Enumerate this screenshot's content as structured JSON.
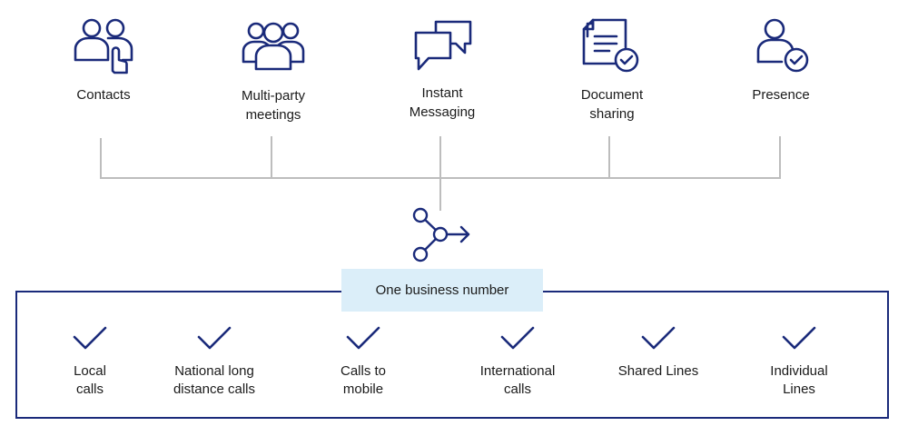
{
  "colors": {
    "navy": "#1a2a7a",
    "connector": "#bdbdbd",
    "highlight": "#dbeef9"
  },
  "features": [
    {
      "id": "contacts",
      "label": "Contacts",
      "icon": "contacts-icon"
    },
    {
      "id": "meetings",
      "label": "Multi-party\nmeetings",
      "icon": "group-meeting-icon"
    },
    {
      "id": "im",
      "label": "Instant\nMessaging",
      "icon": "chat-bubbles-icon"
    },
    {
      "id": "doc",
      "label": "Document\nsharing",
      "icon": "document-check-icon"
    },
    {
      "id": "presence",
      "label": "Presence",
      "icon": "user-check-icon"
    }
  ],
  "hub_icon": "share-arrow-icon",
  "box": {
    "title": "One business number",
    "services": [
      {
        "id": "local",
        "label": "Local\ncalls"
      },
      {
        "id": "national",
        "label": "National long\ndistance calls"
      },
      {
        "id": "mobile",
        "label": "Calls to\nmobile"
      },
      {
        "id": "intl",
        "label": "International\ncalls"
      },
      {
        "id": "shared",
        "label": "Shared Lines"
      },
      {
        "id": "indiv",
        "label": "Individual\nLines"
      }
    ]
  }
}
